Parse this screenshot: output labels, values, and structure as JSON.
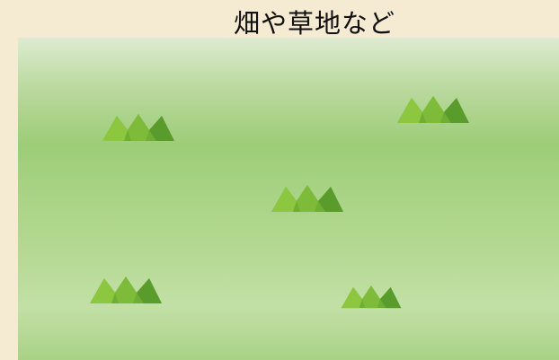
{
  "scene": {
    "title": "畑や草地など",
    "colors": {
      "background": "#f5ead2",
      "grass_light": "#8dc63f",
      "grass_mid": "#6fae34",
      "grass_dark": "#4e8f25"
    },
    "tufts": [
      {
        "label": "grass-tuft-1"
      },
      {
        "label": "grass-tuft-2"
      },
      {
        "label": "grass-tuft-3"
      },
      {
        "label": "grass-tuft-4"
      },
      {
        "label": "grass-tuft-5"
      }
    ]
  }
}
